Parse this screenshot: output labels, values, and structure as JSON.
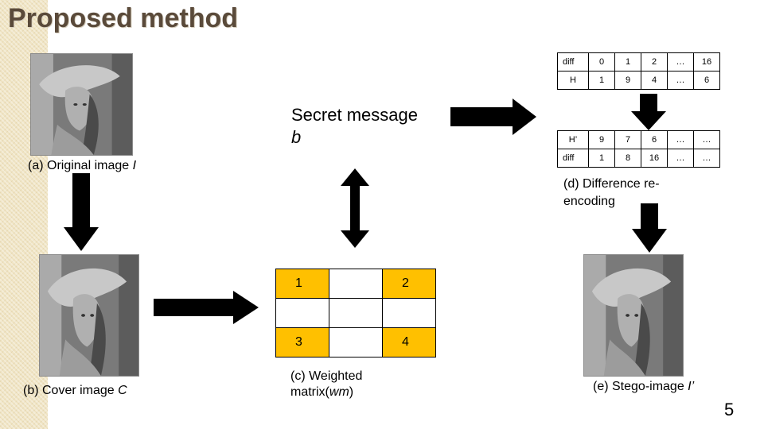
{
  "title": "Proposed method",
  "labels": {
    "original": {
      "text": "(a) Original image",
      "var": "I"
    },
    "cover": {
      "text": "(b) Cover image",
      "var": "C"
    },
    "weighted_line1": "(c) Weighted",
    "weighted_line2_pre": "matrix(",
    "weighted_var": "wm",
    "weighted_line2_post": ")",
    "difference_line1": "(d) Difference re-",
    "difference_line2": "encoding",
    "stego": {
      "text": "(e) Stego-image",
      "var": "I’"
    }
  },
  "secret": {
    "line1": "Secret message",
    "var": "b"
  },
  "table_top": [
    [
      "diff",
      "0",
      "1",
      "2",
      "…",
      "16"
    ],
    [
      "H",
      "1",
      "9",
      "4",
      "…",
      "6"
    ]
  ],
  "table_bottom": [
    [
      "H’",
      "9",
      "7",
      "6",
      "…",
      "…"
    ],
    [
      "diff",
      "1",
      "8",
      "16",
      "…",
      "…"
    ]
  ],
  "weighted_matrix": {
    "cells": [
      "1",
      "",
      "2",
      "",
      "",
      "",
      "3",
      "",
      "4"
    ]
  },
  "page_number": "5",
  "colors": {
    "matrix_accent": "#ffc000",
    "title": "#5a4a3a",
    "arrow": "#000000"
  }
}
